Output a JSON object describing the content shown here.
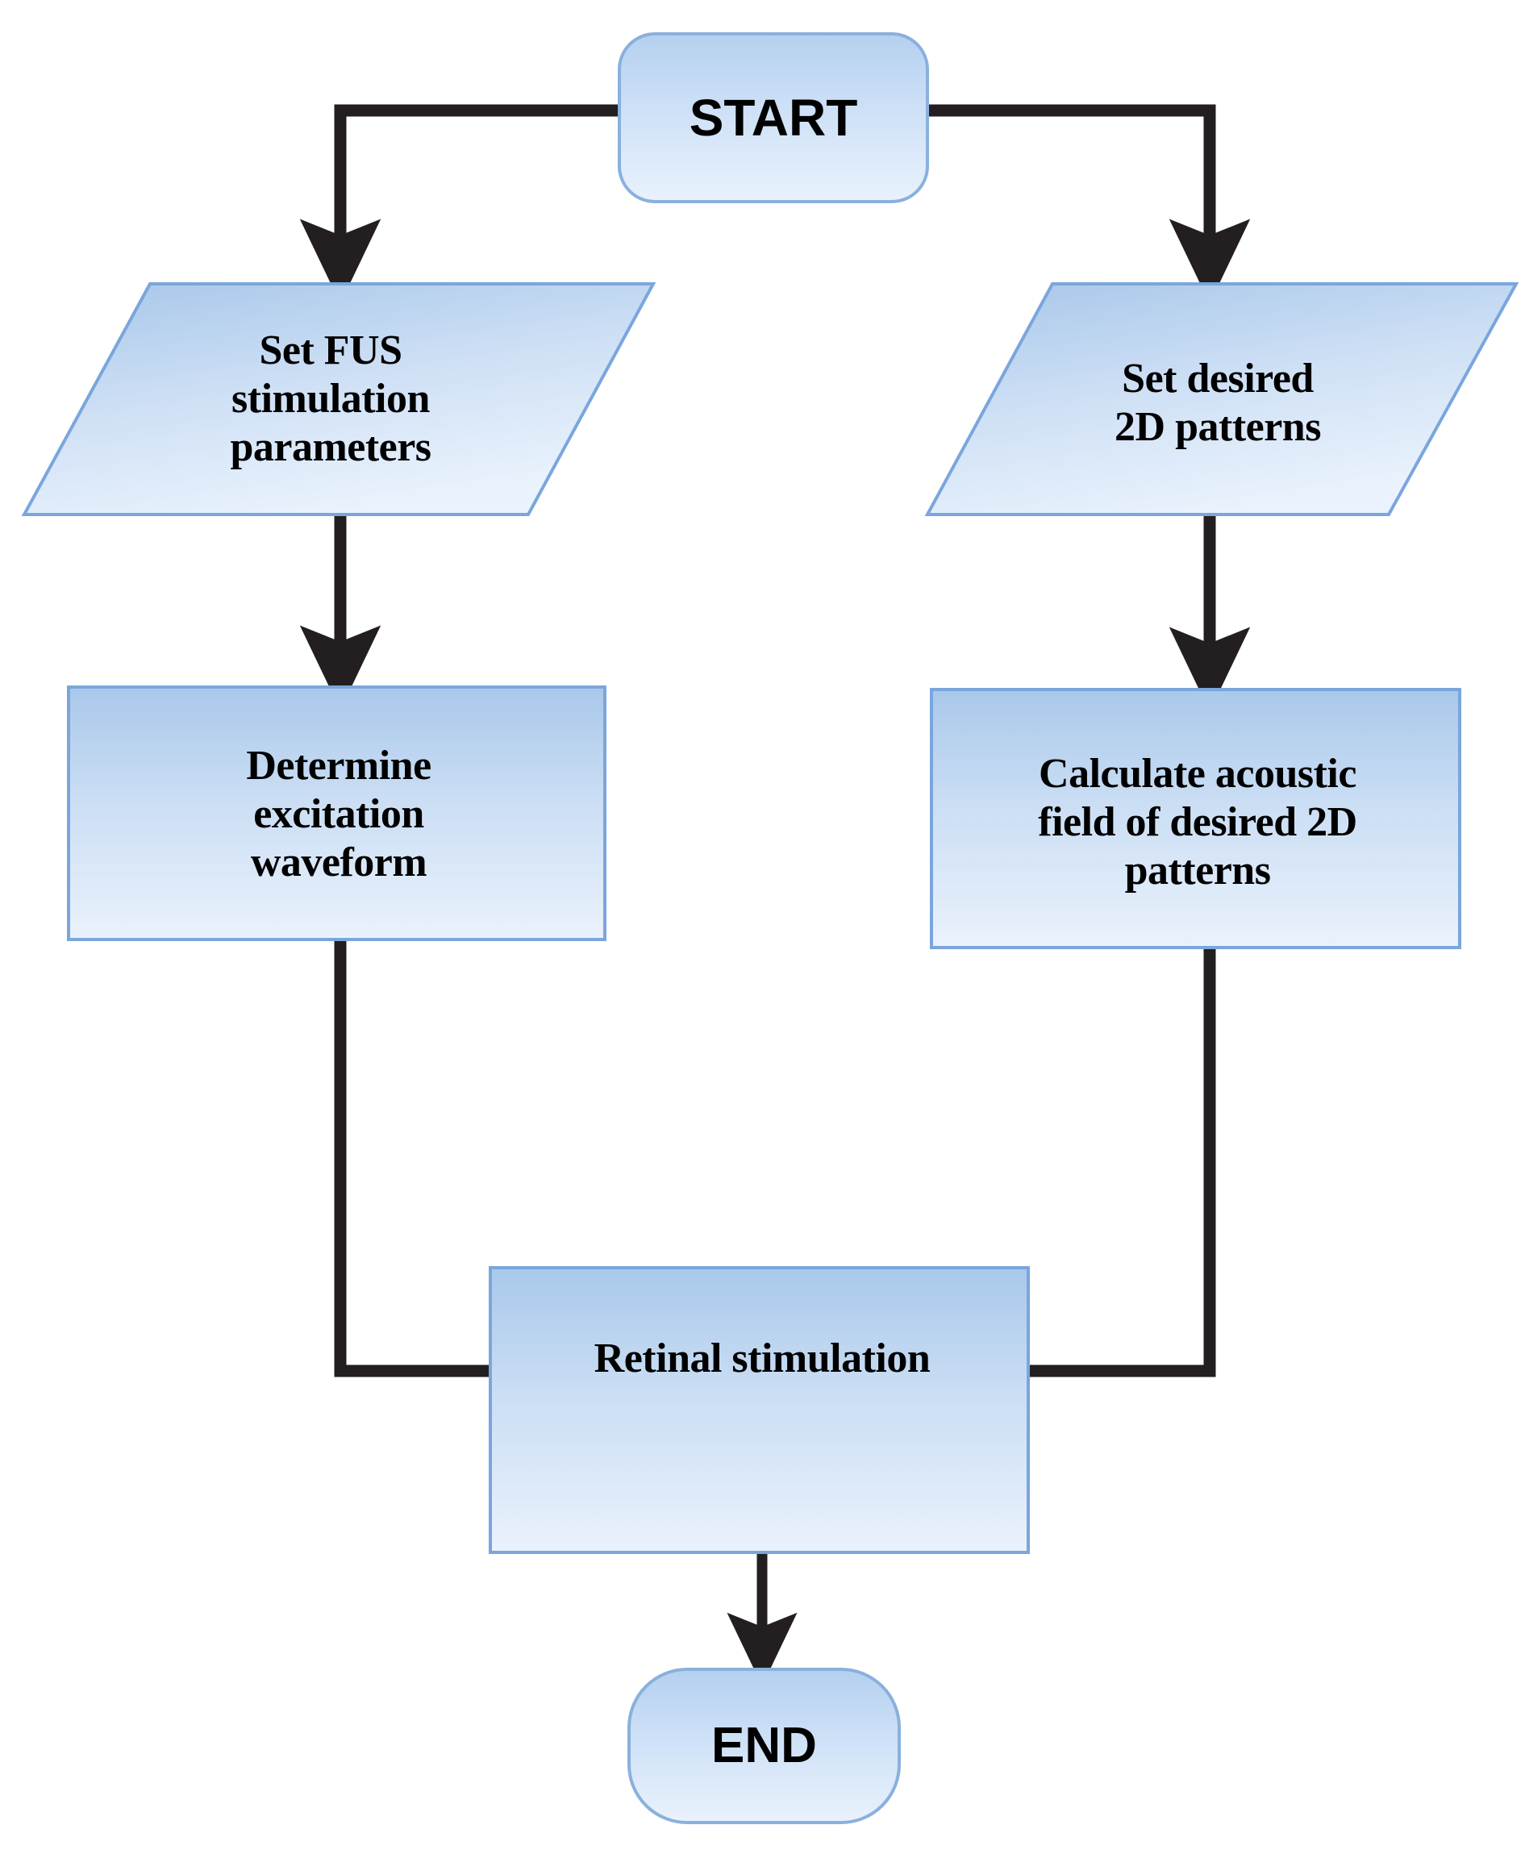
{
  "diagram": {
    "title": "FUS retinal stimulation process flowchart",
    "type": "flowchart",
    "background_color": "#ffffff",
    "edge_color": "#231f20",
    "node_border_color": "#7aa6dc",
    "node_fill_top": "#aecbeb",
    "node_fill_bottom": "#e8f1fb",
    "text_color": "#000000"
  },
  "nodes": [
    {
      "id": "start",
      "shape": "terminator",
      "label": "START"
    },
    {
      "id": "set_fus_parameters",
      "shape": "parallelogram",
      "label": "Set FUS stimulation parameters",
      "lines": [
        "Set FUS",
        "stimulation",
        "parameters"
      ]
    },
    {
      "id": "set_desired_patterns",
      "shape": "parallelogram",
      "label": "Set desired 2D patterns",
      "lines": [
        "Set desired",
        "2D patterns"
      ]
    },
    {
      "id": "determine_waveform",
      "shape": "rectangle",
      "label": "Determine excitation waveform",
      "lines": [
        "Determine",
        "excitation",
        "waveform"
      ]
    },
    {
      "id": "calculate_acoustic_field",
      "shape": "rectangle",
      "label": "Calculate acoustic field of desired 2D patterns",
      "lines": [
        "Calculate acoustic",
        "field of desired 2D",
        "patterns"
      ]
    },
    {
      "id": "retinal_stimulation",
      "shape": "rectangle",
      "label": "Retinal stimulation",
      "lines": [
        "Retinal stimulation"
      ]
    },
    {
      "id": "end",
      "shape": "terminator",
      "label": "END"
    }
  ],
  "edges": [
    {
      "from": "start",
      "to": "set_fus_parameters",
      "style": "elbow-left-down",
      "arrow": true
    },
    {
      "from": "start",
      "to": "set_desired_patterns",
      "style": "elbow-right-down",
      "arrow": true
    },
    {
      "from": "set_fus_parameters",
      "to": "determine_waveform",
      "style": "straight-down",
      "arrow": true
    },
    {
      "from": "set_desired_patterns",
      "to": "calculate_acoustic_field",
      "style": "straight-down",
      "arrow": true
    },
    {
      "from": "determine_waveform",
      "to": "retinal_stimulation",
      "style": "merge-down",
      "arrow": true
    },
    {
      "from": "calculate_acoustic_field",
      "to": "retinal_stimulation",
      "style": "merge-down",
      "arrow": true
    },
    {
      "from": "retinal_stimulation",
      "to": "end",
      "style": "straight-down",
      "arrow": true
    }
  ]
}
